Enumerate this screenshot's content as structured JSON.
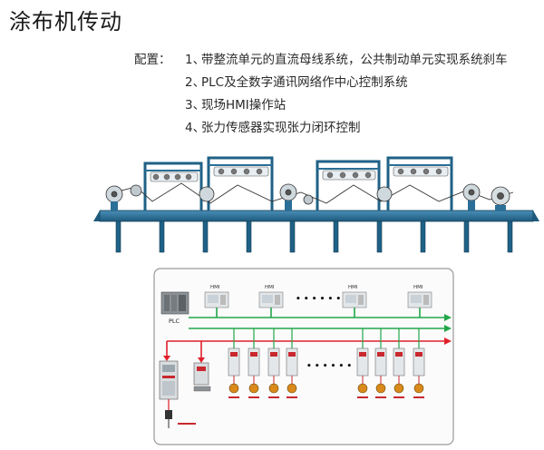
{
  "title": "涂布机传动",
  "config": {
    "lead": "配置：",
    "items": [
      {
        "num": "1、",
        "text": "带整流单元的直流母线系统，公共制动单元实现系统刹车"
      },
      {
        "num": "2、",
        "text": "PLC及全数字通讯网络作中心控制系统"
      },
      {
        "num": "3、",
        "text": "现场HMI操作站"
      },
      {
        "num": "4、",
        "text": "张力传感器实现张力闭环控制"
      }
    ]
  },
  "network": {
    "hmi_label": "HMI",
    "plc_label": "PLC",
    "ellipsis_top": "• • • • • •",
    "ellipsis_bottom": "• • • • • •"
  },
  "colors": {
    "frame_steel": "#2a6f97",
    "frame_dark": "#174a66",
    "bus_green": "#22a64a",
    "bus_red": "#e0202a",
    "drive_red": "#c8282e",
    "motor_orange": "#d98a1a"
  }
}
